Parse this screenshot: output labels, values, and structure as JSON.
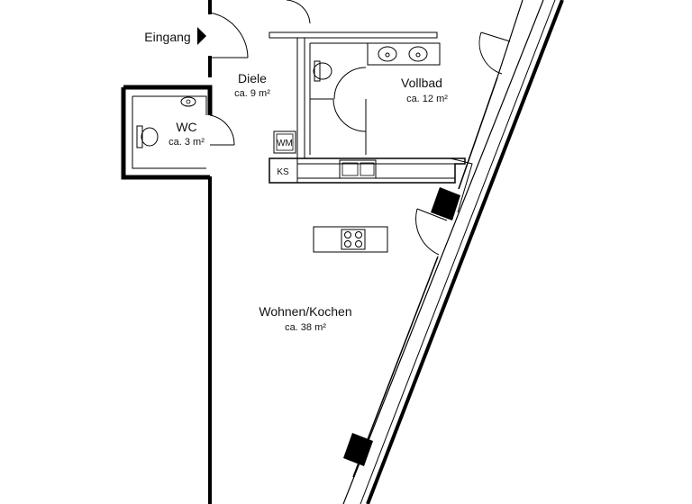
{
  "entrance": {
    "label": "Eingang"
  },
  "rooms": [
    {
      "id": "diele",
      "name": "Diele",
      "area": "ca. 9 m²"
    },
    {
      "id": "wc",
      "name": "WC",
      "area": "ca. 3 m²"
    },
    {
      "id": "vollbad",
      "name": "Vollbad",
      "area": "ca. 12 m²"
    },
    {
      "id": "wohnen",
      "name": "Wohnen/Kochen",
      "area": "ca. 38 m²"
    }
  ],
  "appliances": {
    "washing_machine": "WM",
    "fridge": "KS"
  },
  "colors": {
    "wall": "#000000",
    "line": "#333333",
    "background": "#ffffff"
  }
}
